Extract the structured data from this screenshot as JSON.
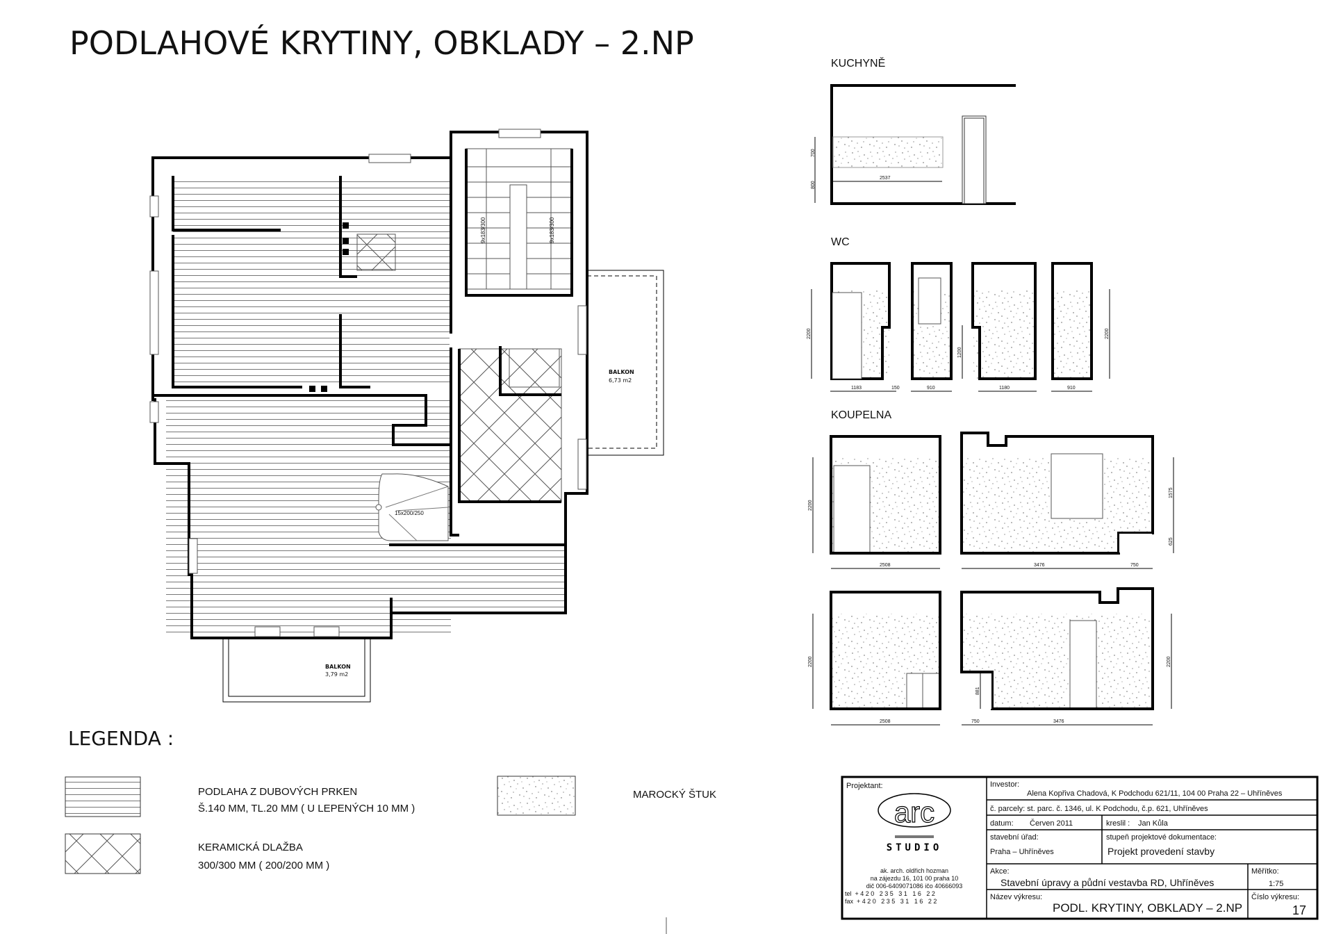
{
  "title": "PODLAHOVÉ KRYTINY, OBKLADY – 2.NP",
  "floor_plan": {
    "balcony_east": {
      "label": "BALKON",
      "area": "6,73 m2"
    },
    "balcony_south": {
      "label": "BALKON",
      "area": "3,79 m2"
    },
    "stair_main": [
      "9x183/300",
      "9x183/300"
    ],
    "stair_winding": "15x200/250"
  },
  "elevations": {
    "kitchen": {
      "label": "KUCHYNĚ",
      "dims": {
        "upper": "700",
        "lower": "800",
        "width": "2537"
      }
    },
    "wc": {
      "label": "WC",
      "dims": {
        "height_left": "2200",
        "height_right": "2200",
        "sink": "1200",
        "w1": "1183",
        "w1b": "150",
        "w2": "910",
        "w3": "1180",
        "w4": "910"
      }
    },
    "bathroom": {
      "label": "KOUPELNA",
      "dims": {
        "h_a": "2200",
        "w_a": "2508",
        "w_b": "3476",
        "w_b2": "750",
        "h_b1": "1575",
        "h_b2": "625",
        "h_c": "2200",
        "w_c": "2508",
        "w_d1": "750",
        "w_d2": "3476",
        "h_d": "881",
        "h_d2": "2200"
      }
    }
  },
  "legend": {
    "heading": "LEGENDA :",
    "items": [
      {
        "line1": "PODLAHA Z DUBOVÝCH PRKEN",
        "line2": "Š.140 MM, TL.20 MM ( U LEPENÝCH 10 MM )"
      },
      {
        "line1": "KERAMICKÁ DLAŽBA",
        "line2": "300/300 MM ( 200/200 MM )"
      },
      {
        "line1": "MAROCKÝ ŠTUK"
      }
    ]
  },
  "title_block": {
    "projektant_label": "Projektant:",
    "logo_text": "arc",
    "logo_sub": "STUDIO",
    "address": [
      "ak. arch. oldřich hozman",
      "na zájezdu 16, 101 00 praha 10",
      "dič 006-6409071086 ičo 40666093",
      "tel  + 4 2 0   2 3 5   3 1   1 6   2 2",
      "fax  + 4 2 0   2 3 5   3 1   1 6   2 2"
    ],
    "investor_label": "Investor:",
    "investor": "Alena Kopřiva Chadová, K Podchodu 621/11, 104 00 Praha 22 – Uhříněves",
    "parcela": "č. parcely: st. parc. č. 1346, ul. K Podchodu, č.p. 621, Uhříněves",
    "datum_label": "datum:",
    "datum": "Červen 2011",
    "kreslil_label": "kreslil :",
    "kreslil": "Jan Kůla",
    "urad_label": "stavební úřad:",
    "urad": "Praha – Uhříněves",
    "stupen_label": "stupeň projektové dokumentace:",
    "stupen": "Projekt provedení stavby",
    "akce_label": "Akce:",
    "akce": "Stavební úpravy a půdní vestavba RD, Uhříněves",
    "meritko_label": "Měřítko:",
    "meritko": "1:75",
    "nazev_label": "Název výkresu:",
    "nazev": "PODL. KRYTINY, OBKLADY – 2.NP",
    "cislo_label": "Číslo výkresu:",
    "cislo": "17"
  }
}
